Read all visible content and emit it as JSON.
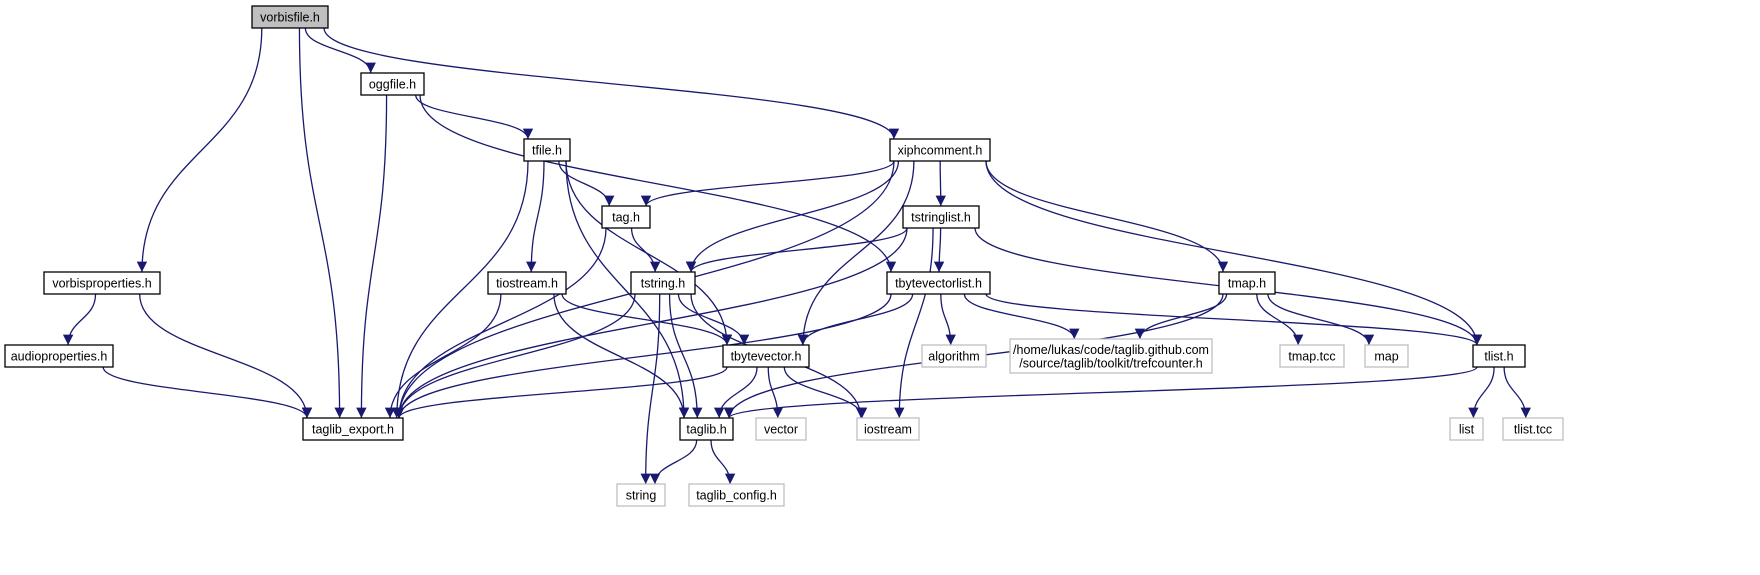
{
  "nodes": [
    {
      "id": "vorbisfile",
      "lines": [
        "vorbisfile.h"
      ],
      "kind": "root"
    },
    {
      "id": "oggfile",
      "lines": [
        "oggfile.h"
      ],
      "kind": "file"
    },
    {
      "id": "xiphcomment",
      "lines": [
        "xiphcomment.h"
      ],
      "kind": "file"
    },
    {
      "id": "tfile",
      "lines": [
        "tfile.h"
      ],
      "kind": "file"
    },
    {
      "id": "tag",
      "lines": [
        "tag.h"
      ],
      "kind": "file"
    },
    {
      "id": "tstringlist",
      "lines": [
        "tstringlist.h"
      ],
      "kind": "file"
    },
    {
      "id": "vorbisproperties",
      "lines": [
        "vorbisproperties.h"
      ],
      "kind": "file"
    },
    {
      "id": "tiostream",
      "lines": [
        "tiostream.h"
      ],
      "kind": "file"
    },
    {
      "id": "tstring",
      "lines": [
        "tstring.h"
      ],
      "kind": "file"
    },
    {
      "id": "tbytevectorlist",
      "lines": [
        "tbytevectorlist.h"
      ],
      "kind": "file"
    },
    {
      "id": "tmap",
      "lines": [
        "tmap.h"
      ],
      "kind": "file"
    },
    {
      "id": "audioproperties",
      "lines": [
        "audioproperties.h"
      ],
      "kind": "file"
    },
    {
      "id": "tbytevector",
      "lines": [
        "tbytevector.h"
      ],
      "kind": "file"
    },
    {
      "id": "algorithm",
      "lines": [
        "algorithm"
      ],
      "kind": "external"
    },
    {
      "id": "trefcounter",
      "lines": [
        "/home/lukas/code/taglib.github.com",
        "/source/taglib/toolkit/trefcounter.h"
      ],
      "kind": "external"
    },
    {
      "id": "tmaptcc",
      "lines": [
        "tmap.tcc"
      ],
      "kind": "external"
    },
    {
      "id": "map",
      "lines": [
        "map"
      ],
      "kind": "external"
    },
    {
      "id": "tlist",
      "lines": [
        "tlist.h"
      ],
      "kind": "file"
    },
    {
      "id": "taglib_export",
      "lines": [
        "taglib_export.h"
      ],
      "kind": "file"
    },
    {
      "id": "taglib",
      "lines": [
        "taglib.h"
      ],
      "kind": "file"
    },
    {
      "id": "vector",
      "lines": [
        "vector"
      ],
      "kind": "external"
    },
    {
      "id": "iostream",
      "lines": [
        "iostream"
      ],
      "kind": "external"
    },
    {
      "id": "list",
      "lines": [
        "list"
      ],
      "kind": "external"
    },
    {
      "id": "tlisttcc",
      "lines": [
        "tlist.tcc"
      ],
      "kind": "external"
    },
    {
      "id": "string",
      "lines": [
        "string"
      ],
      "kind": "external"
    },
    {
      "id": "taglib_config",
      "lines": [
        "taglib_config.h"
      ],
      "kind": "external"
    }
  ],
  "edges": [
    [
      "vorbisfile",
      "oggfile"
    ],
    [
      "vorbisfile",
      "xiphcomment"
    ],
    [
      "vorbisfile",
      "vorbisproperties"
    ],
    [
      "vorbisfile",
      "taglib_export"
    ],
    [
      "oggfile",
      "tfile"
    ],
    [
      "oggfile",
      "tbytevectorlist"
    ],
    [
      "oggfile",
      "taglib_export"
    ],
    [
      "xiphcomment",
      "tag"
    ],
    [
      "xiphcomment",
      "tstringlist"
    ],
    [
      "xiphcomment",
      "tstring"
    ],
    [
      "xiphcomment",
      "tbytevector"
    ],
    [
      "xiphcomment",
      "tmap"
    ],
    [
      "xiphcomment",
      "tlist"
    ],
    [
      "xiphcomment",
      "taglib_export"
    ],
    [
      "tfile",
      "tag"
    ],
    [
      "tfile",
      "tiostream"
    ],
    [
      "tfile",
      "tbytevector"
    ],
    [
      "tfile",
      "taglib"
    ],
    [
      "tfile",
      "taglib_export"
    ],
    [
      "tag",
      "tstring"
    ],
    [
      "tag",
      "taglib_export"
    ],
    [
      "tstringlist",
      "tstring"
    ],
    [
      "tstringlist",
      "tbytevectorlist"
    ],
    [
      "tstringlist",
      "tlist"
    ],
    [
      "tstringlist",
      "iostream"
    ],
    [
      "tstringlist",
      "taglib_export"
    ],
    [
      "vorbisproperties",
      "audioproperties"
    ],
    [
      "vorbisproperties",
      "taglib_export"
    ],
    [
      "audioproperties",
      "taglib_export"
    ],
    [
      "tiostream",
      "tbytevector"
    ],
    [
      "tiostream",
      "taglib"
    ],
    [
      "tiostream",
      "taglib_export"
    ],
    [
      "tstring",
      "tbytevector"
    ],
    [
      "tstring",
      "taglib"
    ],
    [
      "tstring",
      "string"
    ],
    [
      "tstring",
      "iostream"
    ],
    [
      "tstring",
      "taglib_export"
    ],
    [
      "tbytevectorlist",
      "tbytevector"
    ],
    [
      "tbytevectorlist",
      "algorithm"
    ],
    [
      "tbytevectorlist",
      "trefcounter"
    ],
    [
      "tbytevectorlist",
      "tlist"
    ],
    [
      "tbytevectorlist",
      "taglib_export"
    ],
    [
      "tmap",
      "trefcounter"
    ],
    [
      "tmap",
      "tmaptcc"
    ],
    [
      "tmap",
      "map"
    ],
    [
      "tmap",
      "taglib"
    ],
    [
      "tbytevector",
      "taglib"
    ],
    [
      "tbytevector",
      "vector"
    ],
    [
      "tbytevector",
      "iostream"
    ],
    [
      "tbytevector",
      "taglib_export"
    ],
    [
      "tlist",
      "taglib"
    ],
    [
      "tlist",
      "list"
    ],
    [
      "tlist",
      "tlisttcc"
    ],
    [
      "taglib",
      "string"
    ],
    [
      "taglib",
      "taglib_config"
    ]
  ],
  "colors": {
    "edge": "#191970",
    "root_fill": "#bfbfbf",
    "file_stroke": "#000000",
    "external_stroke": "#bfbfbf"
  }
}
